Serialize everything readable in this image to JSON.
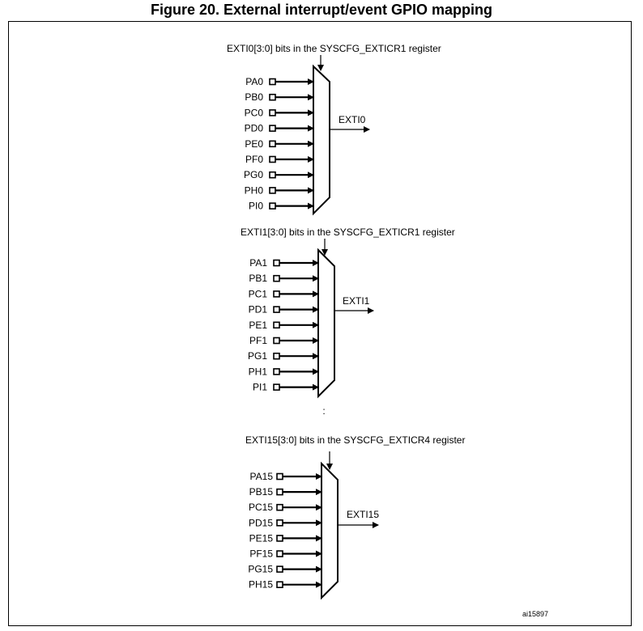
{
  "title": "Figure 20. External interrupt/event GPIO mapping",
  "figure_id": "ai15897",
  "ellipsis": ":",
  "muxes": [
    {
      "register_label": "EXTI0[3:0] bits in the SYSCFG_EXTICR1 register",
      "output_label": "EXTI0",
      "inputs": [
        "PA0",
        "PB0",
        "PC0",
        "PD0",
        "PE0",
        "PF0",
        "PG0",
        "PH0",
        "PI0"
      ]
    },
    {
      "register_label": "EXTI1[3:0] bits in the SYSCFG_EXTICR1 register",
      "output_label": "EXTI1",
      "inputs": [
        "PA1",
        "PB1",
        "PC1",
        "PD1",
        "PE1",
        "PF1",
        "PG1",
        "PH1",
        "PI1"
      ]
    },
    {
      "register_label": "EXTI15[3:0] bits in the SYSCFG_EXTICR4 register",
      "output_label": "EXTI15",
      "inputs": [
        "PA15",
        "PB15",
        "PC15",
        "PD15",
        "PE15",
        "PF15",
        "PG15",
        "PH15"
      ]
    }
  ]
}
